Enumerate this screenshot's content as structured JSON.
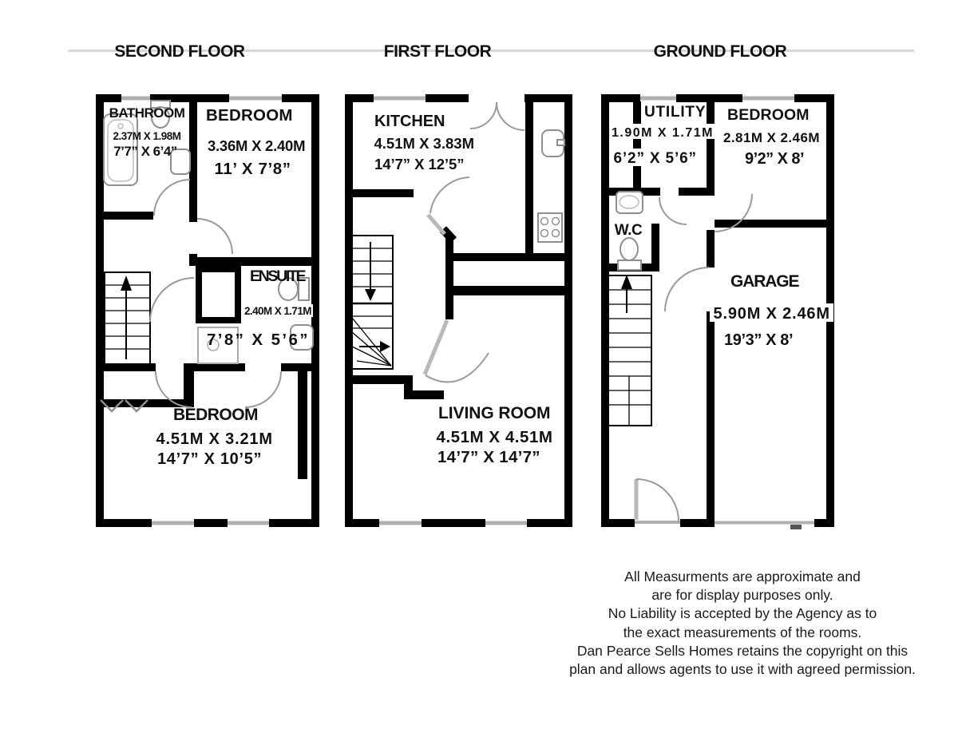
{
  "floors": [
    {
      "title": "SECOND FLOOR",
      "rooms": [
        {
          "name": "BATHROOM",
          "metric": "2.37M X 1.98M",
          "imperial": "7’7” X 6’4”"
        },
        {
          "name": "BEDROOM",
          "metric": "3.36M X 2.40M",
          "imperial": "11’ X 7’8”"
        },
        {
          "name": "ENSUITE",
          "metric": "2.40M X 1.71M",
          "imperial": "7’8” X 5’6”"
        },
        {
          "name": "BEDROOM",
          "metric": "4.51M X 3.21M",
          "imperial": "14’7” X 10’5”"
        }
      ]
    },
    {
      "title": "FIRST FLOOR",
      "rooms": [
        {
          "name": "KITCHEN",
          "metric": "4.51M X 3.83M",
          "imperial": "14’7” X 12’5”"
        },
        {
          "name": "LIVING ROOM",
          "metric": "4.51M X 4.51M",
          "imperial": "14’7” X 14’7”"
        }
      ]
    },
    {
      "title": "GROUND FLOOR",
      "rooms": [
        {
          "name": "UTILITY",
          "metric": "1.90M X 1.71M",
          "imperial": "6’2” X  5’6”"
        },
        {
          "name": "BEDROOM",
          "metric": "2.81M X 2.46M",
          "imperial": "9’2” X 8’"
        },
        {
          "name": "W.C"
        },
        {
          "name": "GARAGE",
          "metric": "5.90M X 2.46M",
          "imperial": "19’3” X 8’"
        }
      ]
    }
  ],
  "disclaimer": {
    "lines": [
      "All Measurments are approximate and",
      "are for display purposes only.",
      "No Liability is accepted by the Agency as to",
      "the exact measurements of the rooms.",
      "Dan Pearce Sells Homes retains the copyright on this",
      "plan and allows agents to use it with agreed permission."
    ]
  }
}
